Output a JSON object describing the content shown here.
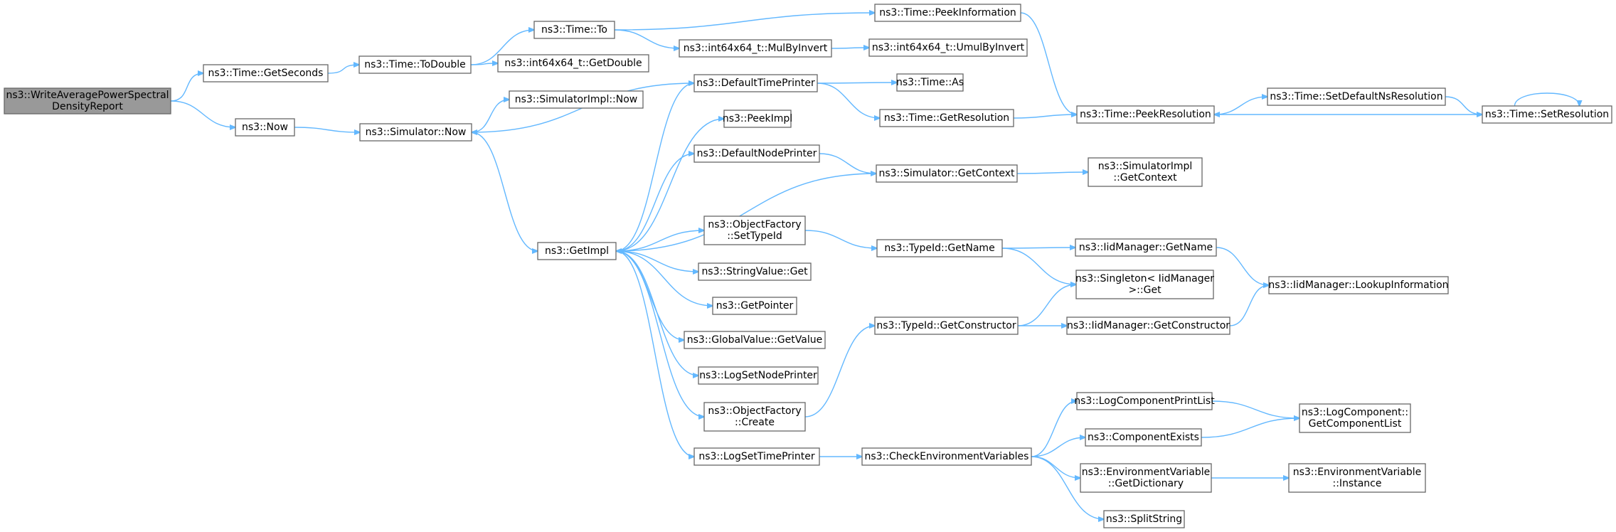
{
  "graph": {
    "edge_color": "#63b8ff",
    "node_border_color": "#666666",
    "root_fill_color": "#999999",
    "nodes": [
      {
        "id": "root",
        "lines": [
          "ns3::WriteAveragePowerSpectral",
          "DensityReport"
        ],
        "root": true
      },
      {
        "id": "getseconds",
        "lines": [
          "ns3::Time::GetSeconds"
        ]
      },
      {
        "id": "now",
        "lines": [
          "ns3::Now"
        ]
      },
      {
        "id": "todouble",
        "lines": [
          "ns3::Time::ToDouble"
        ]
      },
      {
        "id": "simnow",
        "lines": [
          "ns3::Simulator::Now"
        ]
      },
      {
        "id": "to",
        "lines": [
          "ns3::Time::To"
        ]
      },
      {
        "id": "getdouble",
        "lines": [
          "ns3::int64x64_t::GetDouble"
        ]
      },
      {
        "id": "simimplnow",
        "lines": [
          "ns3::SimulatorImpl::Now"
        ]
      },
      {
        "id": "getimpl",
        "lines": [
          "ns3::GetImpl"
        ]
      },
      {
        "id": "mulbyinvert",
        "lines": [
          "ns3::int64x64_t::MulByInvert"
        ]
      },
      {
        "id": "peekinfo",
        "lines": [
          "ns3::Time::PeekInformation"
        ]
      },
      {
        "id": "umulbyinvert",
        "lines": [
          "ns3::int64x64_t::UmulByInvert"
        ]
      },
      {
        "id": "deftimeprinter",
        "lines": [
          "ns3::DefaultTimePrinter"
        ]
      },
      {
        "id": "peekimpl",
        "lines": [
          "ns3::PeekImpl"
        ]
      },
      {
        "id": "defnodeprinter",
        "lines": [
          "ns3::DefaultNodePrinter"
        ]
      },
      {
        "id": "ofsettypeid",
        "lines": [
          "ns3::ObjectFactory",
          "::SetTypeId"
        ]
      },
      {
        "id": "strvalget",
        "lines": [
          "ns3::StringValue::Get"
        ]
      },
      {
        "id": "getpointer",
        "lines": [
          "ns3::GetPointer"
        ]
      },
      {
        "id": "gvgetvalue",
        "lines": [
          "ns3::GlobalValue::GetValue"
        ]
      },
      {
        "id": "logsetnodeprinter",
        "lines": [
          "ns3::LogSetNodePrinter"
        ]
      },
      {
        "id": "ofcreate",
        "lines": [
          "ns3::ObjectFactory",
          "::Create"
        ]
      },
      {
        "id": "logsettimeprinter",
        "lines": [
          "ns3::LogSetTimePrinter"
        ]
      },
      {
        "id": "timeas",
        "lines": [
          "ns3::Time::As"
        ]
      },
      {
        "id": "getresolution",
        "lines": [
          "ns3::Time::GetResolution"
        ]
      },
      {
        "id": "simgetcontext",
        "lines": [
          "ns3::Simulator::GetContext"
        ]
      },
      {
        "id": "typeidgetname",
        "lines": [
          "ns3::TypeId::GetName"
        ]
      },
      {
        "id": "typeidgetctor",
        "lines": [
          "ns3::TypeId::GetConstructor"
        ]
      },
      {
        "id": "checkenv",
        "lines": [
          "ns3::CheckEnvironmentVariables"
        ]
      },
      {
        "id": "peekres",
        "lines": [
          "ns3::Time::PeekResolution"
        ]
      },
      {
        "id": "simimplgetctx",
        "lines": [
          "ns3::SimulatorImpl",
          "::GetContext"
        ]
      },
      {
        "id": "iidgetname",
        "lines": [
          "ns3::IidManager::GetName"
        ]
      },
      {
        "id": "singletonget",
        "lines": [
          "ns3::Singleton< IidManager",
          ">::Get"
        ]
      },
      {
        "id": "iidgetctor",
        "lines": [
          "ns3::IidManager::GetConstructor"
        ]
      },
      {
        "id": "logcompprintlist",
        "lines": [
          "ns3::LogComponentPrintList"
        ]
      },
      {
        "id": "compexists",
        "lines": [
          "ns3::ComponentExists"
        ]
      },
      {
        "id": "envgetdict",
        "lines": [
          "ns3::EnvironmentVariable",
          "::GetDictionary"
        ]
      },
      {
        "id": "splitstring",
        "lines": [
          "ns3::SplitString"
        ]
      },
      {
        "id": "setdefnsres",
        "lines": [
          "ns3::Time::SetDefaultNsResolution"
        ]
      },
      {
        "id": "iidlookup",
        "lines": [
          "ns3::IidManager::LookupInformation"
        ]
      },
      {
        "id": "logcompgetlist",
        "lines": [
          "ns3::LogComponent::",
          "GetComponentList"
        ]
      },
      {
        "id": "envinstance",
        "lines": [
          "ns3::EnvironmentVariable",
          "::Instance"
        ]
      },
      {
        "id": "setresolution",
        "lines": [
          "ns3::Time::SetResolution"
        ]
      }
    ],
    "edges": [
      [
        "root",
        "getseconds"
      ],
      [
        "root",
        "now"
      ],
      [
        "getseconds",
        "todouble"
      ],
      [
        "todouble",
        "to"
      ],
      [
        "todouble",
        "getdouble"
      ],
      [
        "to",
        "peekinfo"
      ],
      [
        "to",
        "mulbyinvert"
      ],
      [
        "mulbyinvert",
        "umulbyinvert"
      ],
      [
        "peekinfo",
        "peekres"
      ],
      [
        "now",
        "simnow"
      ],
      [
        "simnow",
        "simimplnow"
      ],
      [
        "simnow",
        "getimpl"
      ],
      [
        "getimpl",
        "deftimeprinter"
      ],
      [
        "getimpl",
        "peekimpl"
      ],
      [
        "getimpl",
        "defnodeprinter"
      ],
      [
        "getimpl",
        "ofsettypeid"
      ],
      [
        "getimpl",
        "strvalget"
      ],
      [
        "getimpl",
        "getpointer"
      ],
      [
        "getimpl",
        "gvgetvalue"
      ],
      [
        "getimpl",
        "logsetnodeprinter"
      ],
      [
        "getimpl",
        "ofcreate"
      ],
      [
        "getimpl",
        "logsettimeprinter"
      ],
      [
        "deftimeprinter",
        "simnow"
      ],
      [
        "deftimeprinter",
        "timeas"
      ],
      [
        "deftimeprinter",
        "getresolution"
      ],
      [
        "getresolution",
        "peekres"
      ],
      [
        "defnodeprinter",
        "simgetcontext"
      ],
      [
        "simgetcontext",
        "getimpl"
      ],
      [
        "simgetcontext",
        "simimplgetctx"
      ],
      [
        "ofsettypeid",
        "typeidgetname"
      ],
      [
        "typeidgetname",
        "iidgetname"
      ],
      [
        "typeidgetname",
        "singletonget"
      ],
      [
        "iidgetname",
        "iidlookup"
      ],
      [
        "ofcreate",
        "typeidgetctor"
      ],
      [
        "typeidgetctor",
        "singletonget"
      ],
      [
        "typeidgetctor",
        "iidgetctor"
      ],
      [
        "iidgetctor",
        "iidlookup"
      ],
      [
        "logsettimeprinter",
        "checkenv"
      ],
      [
        "checkenv",
        "logcompprintlist"
      ],
      [
        "checkenv",
        "compexists"
      ],
      [
        "checkenv",
        "envgetdict"
      ],
      [
        "checkenv",
        "splitstring"
      ],
      [
        "logcompprintlist",
        "logcompgetlist"
      ],
      [
        "compexists",
        "logcompgetlist"
      ],
      [
        "envgetdict",
        "envinstance"
      ],
      [
        "peekres",
        "setdefnsres"
      ],
      [
        "setdefnsres",
        "setresolution"
      ],
      [
        "setresolution",
        "peekres"
      ],
      [
        "setresolution",
        "setresolution"
      ]
    ]
  }
}
